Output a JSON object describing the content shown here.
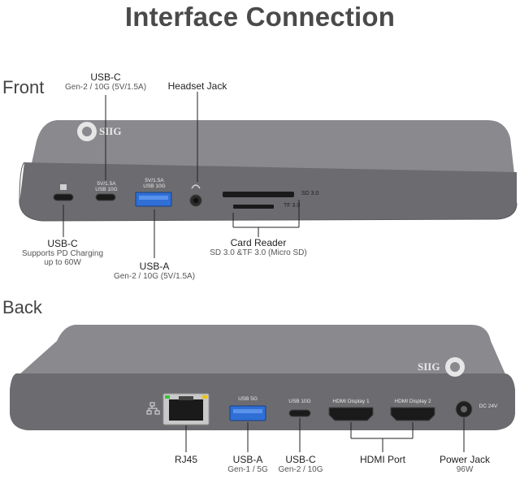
{
  "title": "Interface Connection",
  "brand": "SIIG",
  "front": {
    "section_label": "Front",
    "labels": {
      "usbc_top": {
        "title": "USB-C",
        "sub": "Gen-2 / 10G (5V/1.5A)"
      },
      "headset": {
        "title": "Headset Jack"
      },
      "usbc_bottom": {
        "title": "USB-C",
        "sub1": "Supports PD Charging",
        "sub2": "up to 60W"
      },
      "card_reader": {
        "title": "Card Reader",
        "sub": "SD 3.0 &TF 3.0 (Micro SD)"
      },
      "usba": {
        "title": "USB-A",
        "sub": "Gen-2 / 10G (5V/1.5A)"
      }
    },
    "port_text": {
      "usbc2_line1": "5V/1.5A",
      "usbc2_line2": "USB 10G",
      "usba_line1": "5V/1.5A",
      "usba_line2": "USB 10G",
      "sd": "SD 3.0",
      "tf": "TF 3.0"
    }
  },
  "back": {
    "section_label": "Back",
    "labels": {
      "rj45": {
        "title": "RJ45"
      },
      "usba": {
        "title": "USB-A",
        "sub": "Gen-1 / 5G"
      },
      "usbc": {
        "title": "USB-C",
        "sub": "Gen-2 / 10G"
      },
      "hdmi": {
        "title": "HDMI Port"
      },
      "power": {
        "title": "Power Jack",
        "sub": "96W"
      }
    },
    "port_text": {
      "usba": "USB 5G",
      "usbc": "USB 10G",
      "hdmi1": "HDMI Display 1",
      "hdmi2": "HDMI Display 2",
      "dc": "DC 24V"
    }
  },
  "colors": {
    "body": "#6f6f72",
    "top": "#86868a",
    "usb_blue": "#2f6fd6"
  }
}
